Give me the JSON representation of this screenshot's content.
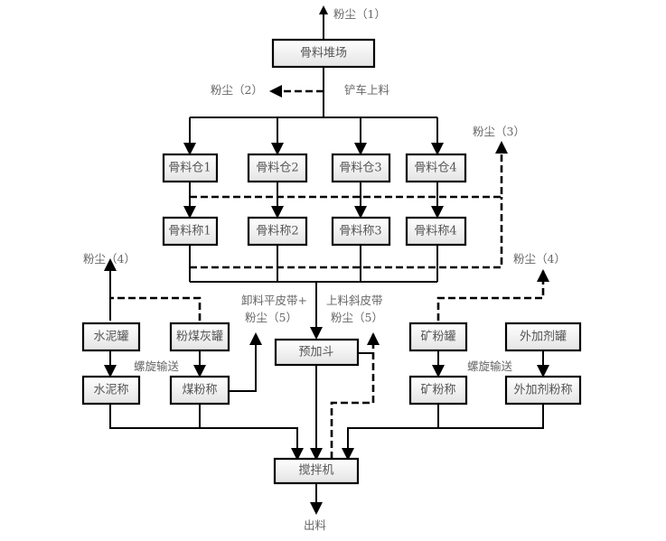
{
  "title": "混凝土搅拌站生产工艺流程及粉尘产生点",
  "nodes": {
    "stockyard": "骨料堆场",
    "bin1": "骨料仓1",
    "bin2": "骨料仓2",
    "bin3": "骨料仓3",
    "bin4": "骨料仓4",
    "scale1": "骨料称1",
    "scale2": "骨料称2",
    "scale3": "骨料称3",
    "scale4": "骨料称4",
    "cement_tank": "水泥罐",
    "flyash_tank": "粉煤灰罐",
    "cement_scale": "水泥称",
    "coal_scale": "煤粉称",
    "prehopper": "预加斗",
    "slag_tank": "矿粉罐",
    "additive_tank": "外加剂罐",
    "slag_scale": "矿粉称",
    "additive_scale": "外加剂粉称",
    "mixer": "搅拌机"
  },
  "labels": {
    "dust1": "粉尘（1）",
    "dust2": "粉尘（2）",
    "loader": "铲车上料",
    "dust3": "粉尘（3）",
    "dust4_left": "粉尘（4）",
    "dust4_right": "粉尘（4）",
    "flat_belt": "卸料平皮带+",
    "dust5_left": "粉尘（5）",
    "incline_belt": "上料斜皮带",
    "dust5_right": "粉尘（5）",
    "screw_left": "螺旋输送",
    "screw_right": "螺旋输送",
    "output": "出料"
  }
}
